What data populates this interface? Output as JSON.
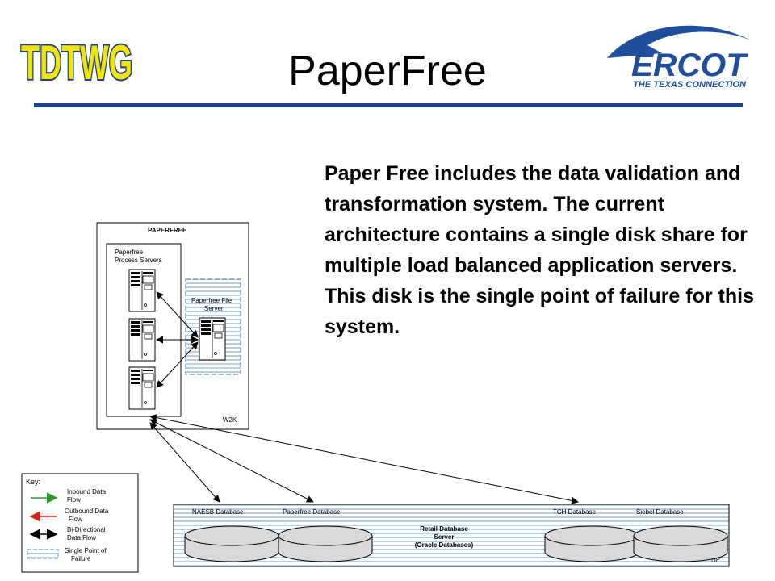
{
  "slide": {
    "title": "PaperFree",
    "description": "Paper Free includes the data validation and transformation system. The current architecture contains a single disk share for multiple load balanced application servers. This disk is the single point of failure for this system."
  },
  "logos": {
    "left": "TDTWG",
    "right_main": "ERCOT",
    "right_tagline": "THE TEXAS CONNECTION"
  },
  "diagram": {
    "paperfree_box": {
      "label": "PAPERFREE",
      "os": "W2K",
      "process_servers_line1": "Paperfree",
      "process_servers_line2": "Process Servers",
      "file_server_line1": "Paperfree File",
      "file_server_line2": "Server"
    },
    "database_server": {
      "line1": "Retail Database",
      "line2": "Server",
      "line3": "(Oracle Databases)",
      "os": "HP",
      "databases": [
        "NAESB Database",
        "Paperfree Database",
        "TCH Database",
        "Siebel Database"
      ]
    },
    "key": {
      "title": "Key:",
      "items": [
        {
          "line1": "Inbound Data",
          "line2": "Flow"
        },
        {
          "line1": "Outbound Data",
          "line2": "Flow"
        },
        {
          "line1": "Bi-Directional",
          "line2": "Data Flow"
        },
        {
          "line1": "Single Point of",
          "line2": "Failure"
        }
      ]
    }
  },
  "colors": {
    "rule": "#1f3f8f",
    "logo_blue": "#1f4e9c",
    "tdtwg_yellow": "#f2e600",
    "inbound": "#2e9a2e",
    "outbound": "#d42020",
    "stripe": "#b9cfe0"
  }
}
